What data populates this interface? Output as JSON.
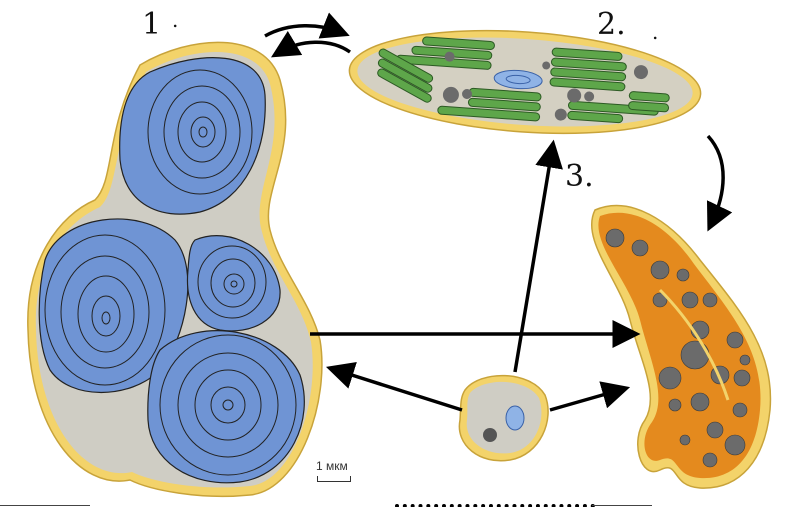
{
  "labels": {
    "label_1": "1",
    "label_1_dot": ".",
    "label_2": "2.",
    "label_2_dot": ".",
    "label_3": "3."
  },
  "scale_bar": {
    "text": "1 мкм"
  },
  "answer_blank": "",
  "colors": {
    "envelope": "#f3d36a",
    "starch": "#6f94d4",
    "stroma": "#d4d0c2",
    "thylakoid": "#5ea64a",
    "chromoplast": "#e48a1e",
    "globule": "#6b6b6b",
    "arrow": "#000000"
  }
}
